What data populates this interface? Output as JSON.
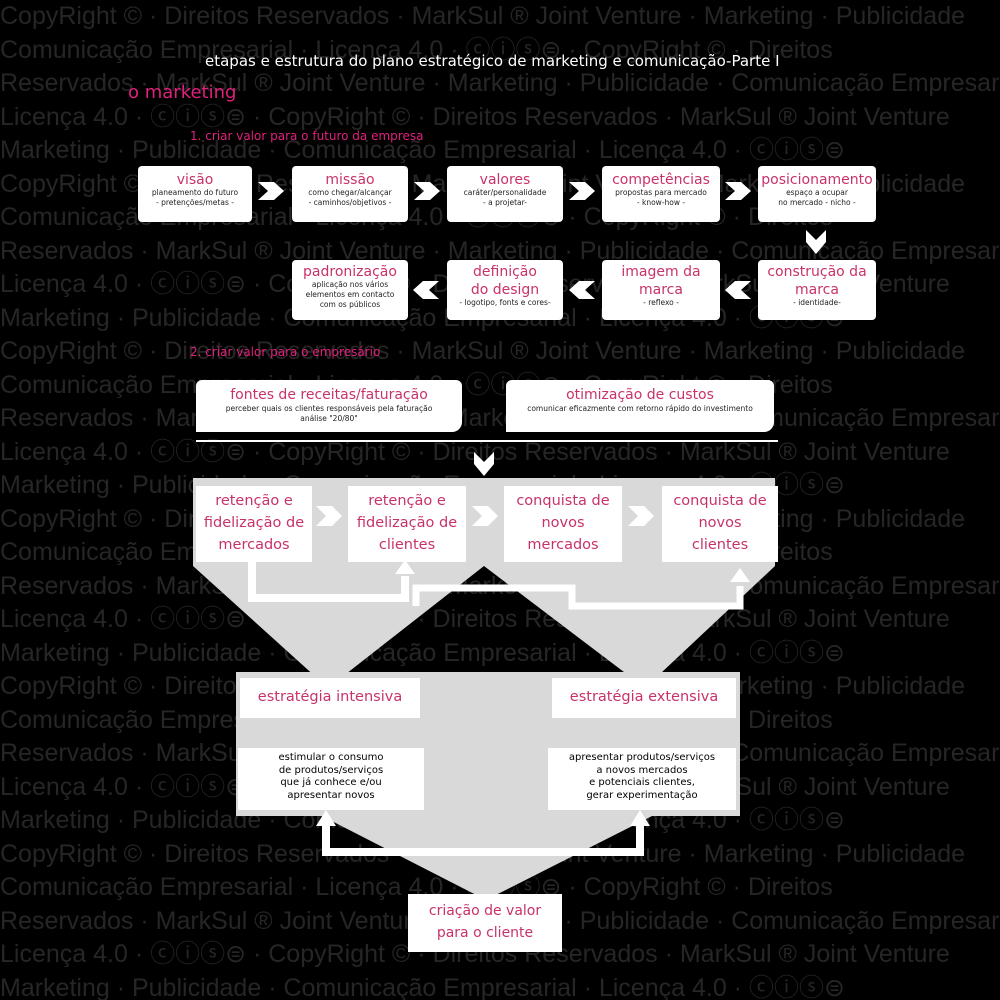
{
  "watermark_lines": [
    "CopyRight ©  ·  Direitos Reservados · MarkSul ® Joint Venture · Marketing · Publicidade",
    "Comunicação Empresarial · Licença 4.0 · ⓒⓘⓢ⊜ · CopyRight ©  ·  Direitos",
    "Reservados · MarkSul ® Joint Venture · Marketing · Publicidade · Comunicação Empresarial",
    "Licença 4.0 · ⓒⓘⓢ⊜ · CopyRight ©  ·  Direitos Reservados · MarkSul ® Joint Venture",
    "Marketing · Publicidade · Comunicação Empresarial · Licença 4.0 · ⓒⓘⓢ⊜",
    "CopyRight ©  ·  Direitos Reservados · MarkSul ® Joint Venture · Marketing · Publicidade",
    "Comunicação Empresarial · Licença 4.0 · ⓒⓘⓢ⊜ · CopyRight ©  ·  Direitos",
    "Reservados · MarkSul ® Joint Venture · Marketing · Publicidade · Comunicação Empresarial",
    "Licença 4.0 · ⓒⓘⓢ⊜ · CopyRight ©  ·  Direitos Reservados · MarkSul ® Joint Venture",
    "Marketing · Publicidade · Comunicação Empresarial · Licença 4.0 · ⓒⓘⓢ⊜",
    "CopyRight ©  ·  Direitos Reservados · MarkSul ® Joint Venture · Marketing · Publicidade",
    "Comunicação Empresarial · Licença 4.0 · ⓒⓘⓢ⊜ · CopyRight ©  ·  Direitos",
    "Reservados · MarkSul ® Joint Venture · Marketing · Publicidade · Comunicação Empresarial",
    "Licença 4.0 · ⓒⓘⓢ⊜ · CopyRight ©  ·  Direitos Reservados · MarkSul ® Joint Venture",
    "Marketing · Publicidade · Comunicação Empresarial · Licença 4.0 · ⓒⓘⓢ⊜",
    "CopyRight ©  ·  Direitos Reservados · MarkSul ® Joint Venture · Marketing · Publicidade",
    "Comunicação Empresarial · Licença 4.0 · ⓒⓘⓢ⊜ · CopyRight ©  ·  Direitos",
    "Reservados · MarkSul ® Joint Venture · Marketing · Publicidade · Comunicação Empresarial",
    "Licença 4.0 · ⓒⓘⓢ⊜ · CopyRight ©  ·  Direitos Reservados · MarkSul ® Joint Venture",
    "Marketing · Publicidade · Comunicação Empresarial · Licença 4.0 · ⓒⓘⓢ⊜",
    "CopyRight ©  ·  Direitos Reservados · MarkSul ® Joint Venture · Marketing · Publicidade",
    "Comunicação Empresarial · Licença 4.0 · ⓒⓘⓢ⊜ · CopyRight ©  ·  Direitos",
    "Reservados · MarkSul ® Joint Venture · Marketing · Publicidade · Comunicação Empresarial",
    "Licença 4.0 · ⓒⓘⓢ⊜ · CopyRight ©  ·  Direitos Reservados · MarkSul ® Joint Venture",
    "Marketing · Publicidade · Comunicação Empresarial · Licença 4.0 · ⓒⓘⓢ⊜",
    "CopyRight ©  ·  Direitos Reservados · MarkSul ® Joint Venture · Marketing · Publicidade",
    "Comunicação Empresarial · Licença 4.0 · ⓒⓘⓢ⊜ · CopyRight ©  ·  Direitos",
    "Reservados · MarkSul ® Joint Venture · Marketing · Publicidade · Comunicação Empresarial",
    "Licença 4.0 · ⓒⓘⓢ⊜ · CopyRight ©  ·  Direitos Reservados · MarkSul ® Joint Venture",
    "Marketing · Publicidade · Comunicação Empresarial · Licença 4.0 · ⓒⓘⓢ⊜"
  ],
  "title": "etapas e estrutura do plano estratégico de marketing e comunicação-Parte I",
  "section": "o marketing",
  "step1": "1. criar valor para o futuro da empresa",
  "step2": "2. criar valor para o empresário",
  "row1": [
    {
      "h": "visão",
      "s1": "planeamento do futuro",
      "s2": "- pretenções/metas -"
    },
    {
      "h": "missão",
      "s1": "como chegar/alcançar",
      "s2": "- caminhos/objetivos -"
    },
    {
      "h": "valores",
      "s1": "caráter/personalidade",
      "s2": "- a projetar-"
    },
    {
      "h": "competências",
      "s1": "propostas para  mercado",
      "s2": "- know-how -"
    },
    {
      "h": "posicionamento",
      "s1": "espaço a ocupar",
      "s2": "no mercado - nicho -"
    }
  ],
  "row2": [
    {
      "h": "padronização",
      "s1": "aplicação nos vários",
      "s2": "elementos em contacto",
      "s3": "com os públicos"
    },
    {
      "h": "definição",
      "h2": "do design",
      "s1": "- logotipo, fonts e cores-"
    },
    {
      "h": "imagem da",
      "h2": "marca",
      "s1": "- reflexo -"
    },
    {
      "h": "construção da",
      "h2": "marca",
      "s1": "- identidade-"
    }
  ],
  "fontes": {
    "h": "fontes de receitas/faturação",
    "s1": "perceber quais os clientes responsáveis pela faturação",
    "s2": "análise \"20/80\""
  },
  "otimizacao": {
    "h": "otimização de custos",
    "s1": "comunicar eficazmente com retorno rápido do investimento"
  },
  "goals": [
    {
      "l1": "retenção e",
      "l2": "fidelização de",
      "l3": "mercados"
    },
    {
      "l1": "retenção e",
      "l2": "fidelização de",
      "l3": "clientes"
    },
    {
      "l1": "conquista de",
      "l2": "novos",
      "l3": "mercados"
    },
    {
      "l1": "conquista de",
      "l2": "novos",
      "l3": "clientes"
    }
  ],
  "strategies": [
    {
      "h": "estratégia intensiva",
      "lines": [
        "estimular o consumo",
        "de produtos/serviços",
        "que já conhece e/ou",
        "apresentar novos"
      ]
    },
    {
      "h": "estratégia extensiva",
      "lines": [
        "apresentar  produtos/serviços",
        "a novos mercados",
        "e potenciais clientes,",
        "gerar experimentação"
      ]
    }
  ],
  "outcome": {
    "l1": "criação de valor",
    "l2": "para o cliente"
  },
  "colors": {
    "accent": "#e0217d",
    "label": "#c8326b",
    "background": "#000000",
    "gray": "#d9d9d9"
  }
}
